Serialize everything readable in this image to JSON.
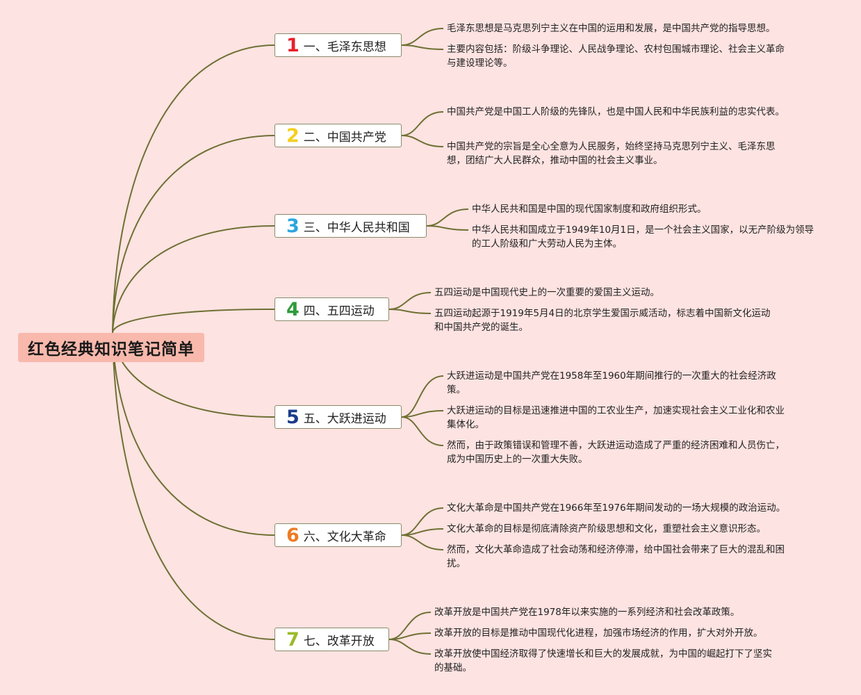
{
  "root": {
    "title": "红色经典知识笔记简单"
  },
  "colors": {
    "background": "#fde3e1",
    "root_fill": "#f8b9ac",
    "line": "#6e7034",
    "topic_border": "#8a8a6a"
  },
  "topics": [
    {
      "number": "1",
      "number_color": "#e8202c",
      "label": "一、毛泽东思想",
      "notes": [
        "毛泽东思想是马克思列宁主义在中国的运用和发展，是中国共产党的指导思想。",
        "主要内容包括：阶级斗争理论、人民战争理论、农村包围城市理论、社会主义革命与建设理论等。"
      ]
    },
    {
      "number": "2",
      "number_color": "#f4d020",
      "label": "二、中国共产党",
      "notes": [
        "中国共产党是中国工人阶级的先锋队，也是中国人民和中华民族利益的忠实代表。",
        "中国共产党的宗旨是全心全意为人民服务，始终坚持马克思列宁主义、毛泽东思想，团结广大人民群众，推动中国的社会主义事业。"
      ]
    },
    {
      "number": "3",
      "number_color": "#2aa6e0",
      "label": "三、中华人民共和国",
      "notes": [
        "中华人民共和国是中国的现代国家制度和政府组织形式。",
        "中华人民共和国成立于1949年10月1日，是一个社会主义国家，以无产阶级为领导的工人阶级和广大劳动人民为主体。"
      ]
    },
    {
      "number": "4",
      "number_color": "#2e9a3a",
      "label": "四、五四运动",
      "notes": [
        "五四运动是中国现代史上的一次重要的爱国主义运动。",
        "五四运动起源于1919年5月4日的北京学生爱国示威活动，标志着中国新文化运动和中国共产党的诞生。"
      ]
    },
    {
      "number": "5",
      "number_color": "#1b3a8a",
      "label": "五、大跃进运动",
      "notes": [
        "大跃进运动是中国共产党在1958年至1960年期间推行的一次重大的社会经济政策。",
        "大跃进运动的目标是迅速推进中国的工农业生产，加速实现社会主义工业化和农业集体化。",
        "然而，由于政策错误和管理不善，大跃进运动造成了严重的经济困难和人员伤亡，成为中国历史上的一次重大失败。"
      ]
    },
    {
      "number": "6",
      "number_color": "#ee7a24",
      "label": "六、文化大革命",
      "notes": [
        "文化大革命是中国共产党在1966年至1976年期间发动的一场大规模的政治运动。",
        "文化大革命的目标是彻底清除资产阶级思想和文化，重塑社会主义意识形态。",
        "然而，文化大革命造成了社会动荡和经济停滞，给中国社会带来了巨大的混乱和困扰。"
      ]
    },
    {
      "number": "7",
      "number_color": "#9aba2a",
      "label": "七、改革开放",
      "notes": [
        "改革开放是中国共产党在1978年以来实施的一系列经济和社会改革政策。",
        "改革开放的目标是推动中国现代化进程，加强市场经济的作用，扩大对外开放。",
        "改革开放使中国经济取得了快速增长和巨大的发展成就，为中国的崛起打下了坚实的基础。"
      ]
    }
  ]
}
